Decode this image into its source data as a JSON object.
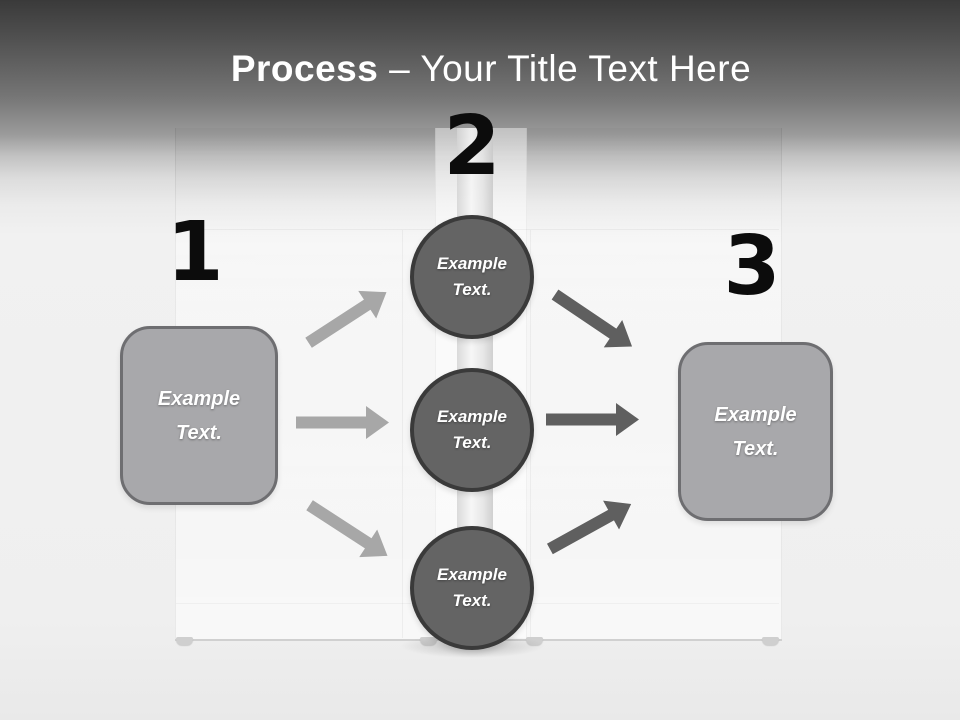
{
  "title": {
    "emphasis": "Process",
    "separator": "–",
    "remainder": "Your Title Text Here"
  },
  "steps": [
    {
      "number": "1"
    },
    {
      "number": "2"
    },
    {
      "number": "3"
    }
  ],
  "left_box": {
    "line1": "Example",
    "line2": "Text."
  },
  "right_box": {
    "line1": "Example",
    "line2": "Text."
  },
  "circles": [
    {
      "line1": "Example",
      "line2": "Text."
    },
    {
      "line1": "Example",
      "line2": "Text."
    },
    {
      "line1": "Example",
      "line2": "Text."
    }
  ],
  "colors": {
    "header_top": "#3a3a3a",
    "header_mid": "#8e8e8e",
    "background": "#f1f1f1",
    "circle_fill": "#646464",
    "circle_border": "#3a3a3a",
    "box_fill": "#a8a8ab",
    "box_border": "#6e6e71",
    "arrow_left": "#a7a7a7",
    "arrow_right": "#5f5f5f",
    "number_color": "#0c0c0c",
    "text_color": "#ffffff"
  }
}
